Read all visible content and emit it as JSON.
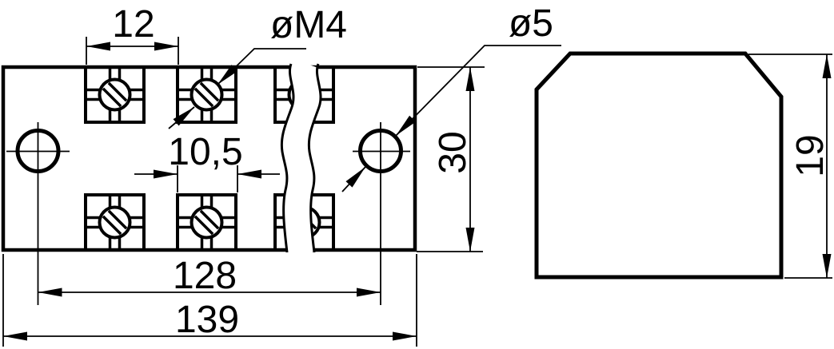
{
  "drawing": {
    "kind": "technical-drawing",
    "subject": "terminal block, two orthographic views",
    "colors": {
      "ink": "#000000",
      "paper": "#ffffff"
    },
    "top_view": {
      "terminal_count": 6,
      "mounting_hole_count": 2,
      "labels": {
        "terminal_pitch": "12",
        "screw_thread": "øM4",
        "mounting_hole_diameter": "ø5",
        "terminal_opening_width": "10,5",
        "body_width": "30",
        "mounting_hole_spacing": "128",
        "overall_length": "139"
      }
    },
    "side_view": {
      "labels": {
        "body_height": "19"
      }
    }
  }
}
